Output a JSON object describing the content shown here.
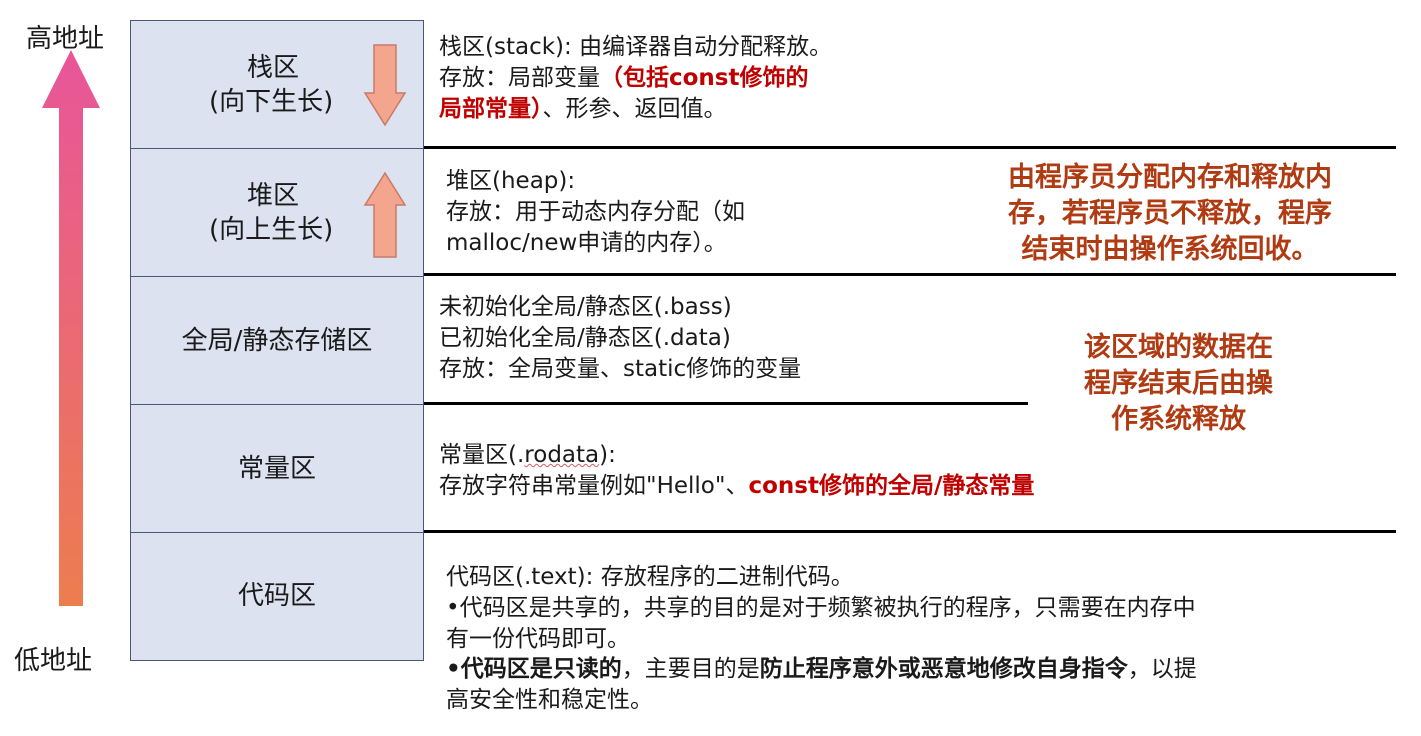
{
  "address": {
    "high": "高地址",
    "low": "低地址"
  },
  "segments": {
    "stack": {
      "name": "栈区",
      "sub": "(向下生长)"
    },
    "heap": {
      "name": "堆区",
      "sub": "(向上生长)"
    },
    "global": {
      "name": "全局/静态存储区"
    },
    "const": {
      "name": "常量区"
    },
    "code": {
      "name": "代码区"
    }
  },
  "descriptions": {
    "stack": {
      "line1": "栈区(stack): 由编译器自动分配释放。",
      "line2_prefix": "存放：局部变量",
      "line2_red": "（包括const修饰的",
      "line3_red": "局部常量）",
      "line3_suffix": "、形参、返回值。"
    },
    "heap": {
      "line1": "堆区(heap):",
      "line2": "存放：用于动态内存分配（如",
      "line3": "malloc/new申请的内存）。"
    },
    "global": {
      "line1": "未初始化全局/静态区(.bass)",
      "line2": "已初始化全局/静态区(.data)",
      "line3": "存放：全局变量、static修饰的变量"
    },
    "const": {
      "line1_prefix": "常量区(.",
      "line1_squiggle": "rodata",
      "line1_suffix": "):",
      "line2_prefix": "存放字符串常量例如\"Hello\"、",
      "line2_red": "const修饰的全局/静态常量"
    },
    "code": {
      "line1": "代码区(.text): 存放程序的二进制代码。",
      "line2": "•代码区是共享的，共享的目的是对于频繁被执行的程序，只需要在内存中",
      "line3": "有一份代码即可。",
      "line4_bold1": "•代码区是只读的",
      "line4_mid": "，主要目的是",
      "line4_bold2": "防止程序意外或恶意地修改自身指令",
      "line4_suffix": "，以提",
      "line5": "高安全性和稳定性。"
    }
  },
  "notes": {
    "heap": {
      "line1": "由程序员分配内存和释放内",
      "line2": "存，若程序员不释放，程序",
      "line3": "结束时由操作系统回收。"
    },
    "global_static": {
      "line1": "该区域的数据在",
      "line2": "程序结束后由操",
      "line3": "作系统释放"
    }
  },
  "colors": {
    "arrow_top": "#e8559a",
    "arrow_bottom": "#ed7d4e",
    "segment_fill": "#dde2f0",
    "small_arrow_fill": "#f4a58e",
    "red_text": "#c00000",
    "note_text": "#b03a12"
  }
}
